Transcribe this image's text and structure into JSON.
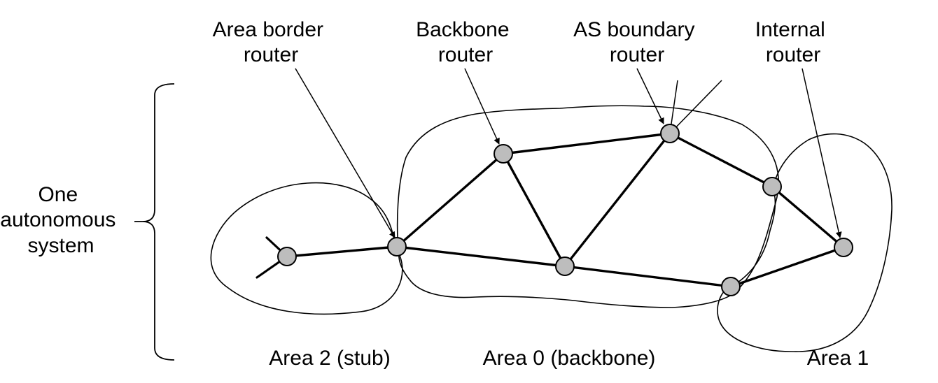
{
  "callouts": {
    "area_border": [
      "Area border",
      "router"
    ],
    "backbone": [
      "Backbone",
      "router"
    ],
    "as_boundary": [
      "AS boundary",
      "router"
    ],
    "internal": [
      "Internal",
      "router"
    ]
  },
  "autonomous_system": [
    "One",
    "autonomous",
    "system"
  ],
  "areas": {
    "area2": "Area 2 (stub)",
    "area0": "Area 0 (backbone)",
    "area1": "Area 1"
  },
  "colors": {
    "router_fill": "#bdbdbd",
    "line": "#000000"
  }
}
